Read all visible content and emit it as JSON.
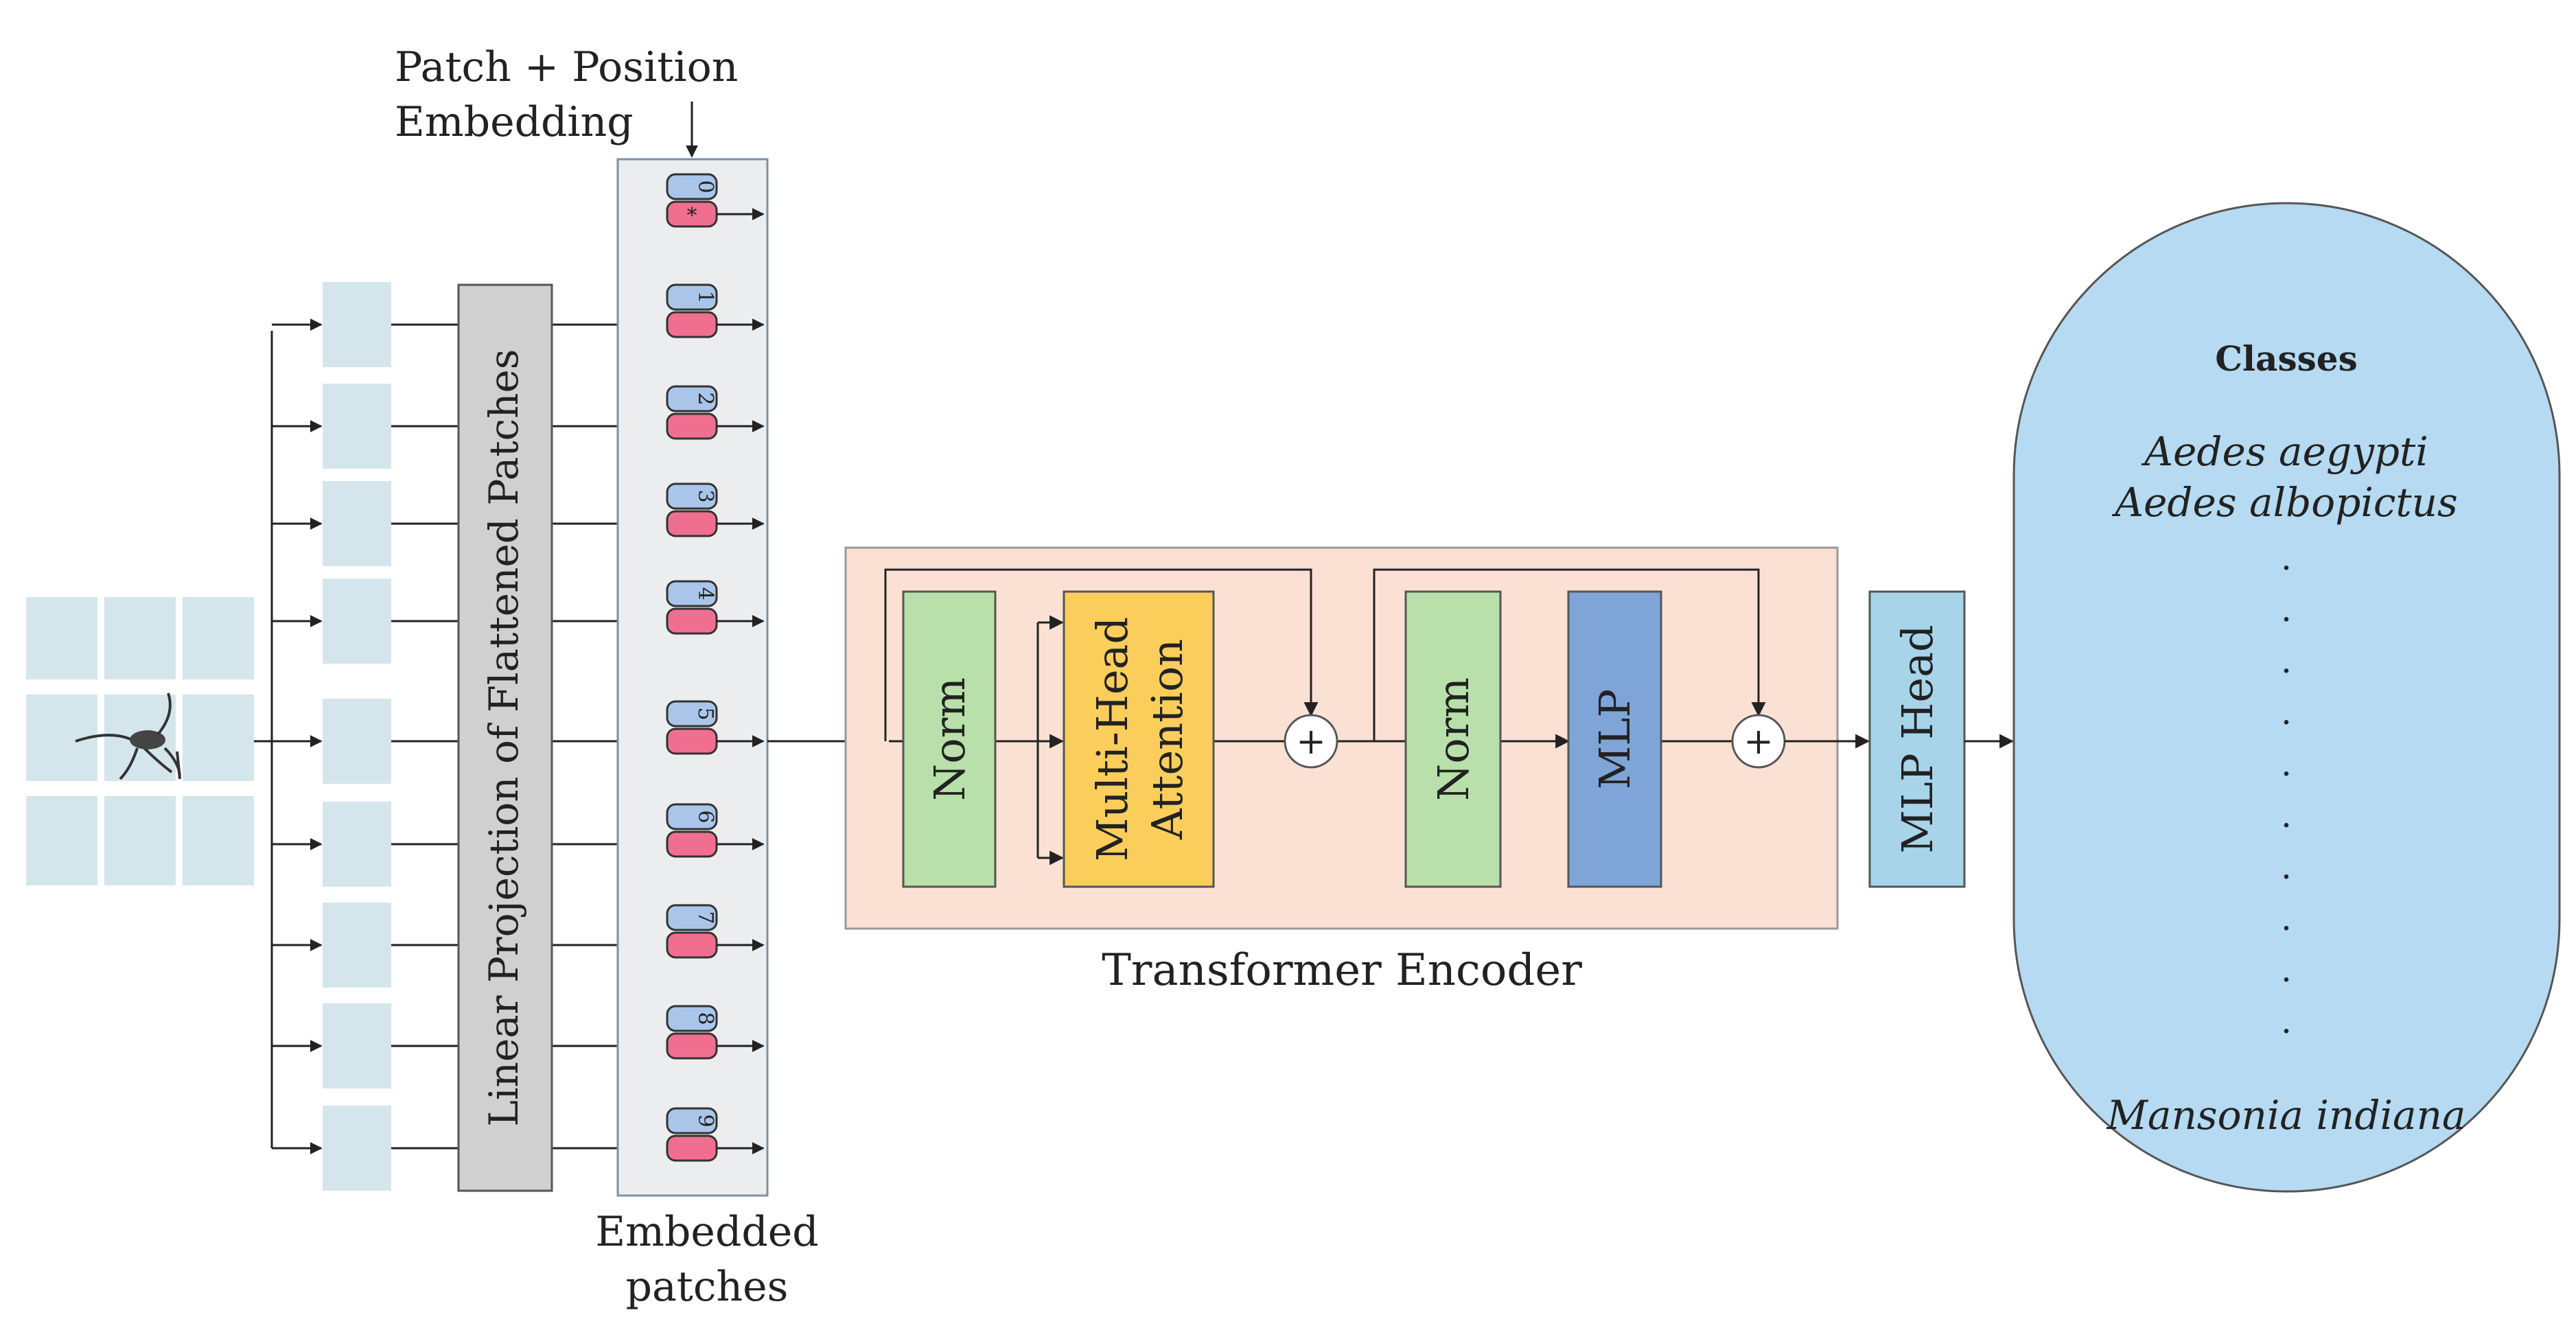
{
  "labels": {
    "patch_position_embedding": [
      "Patch + Position",
      "Embedding"
    ],
    "linear_projection": "Linear Projection of Flattened Patches",
    "embedded_patches": [
      "Embedded",
      "patches"
    ],
    "transformer_encoder": "Transformer Encoder",
    "norm_1": "Norm",
    "multi_head_attention": [
      "Multi-Head",
      "Attention"
    ],
    "add_symbol": "+",
    "norm_2": "Norm",
    "mlp": "MLP",
    "mlp_head": "MLP Head"
  },
  "embedding_tokens": [
    "0",
    "1",
    "2",
    "3",
    "4",
    "5",
    "6",
    "7",
    "8",
    "9"
  ],
  "class_token_marker": "*",
  "classes": {
    "title": "Classes",
    "items": [
      "Aedes aegypti",
      "Aedes albopictus"
    ],
    "ellipsis": ".",
    "last_item": "Mansonia indiana"
  },
  "colors": {
    "patch_tile": "#d4e6ec",
    "linear_projection_fill": "#d0d0d0",
    "embedded_panel_fill": "#ebedef",
    "embedded_panel_stroke": "#7f8fa6",
    "position_token_fill": "#a9c6ea",
    "patch_token_fill": "#f06f90",
    "encoder_fill": "#fbe1d4",
    "norm_fill": "#b9e0aa",
    "attention_fill": "#fbce5c",
    "mlp_fill": "#7fa5d8",
    "mlp_head_fill": "#a8d4ea",
    "classes_fill": "#b5daf2"
  }
}
